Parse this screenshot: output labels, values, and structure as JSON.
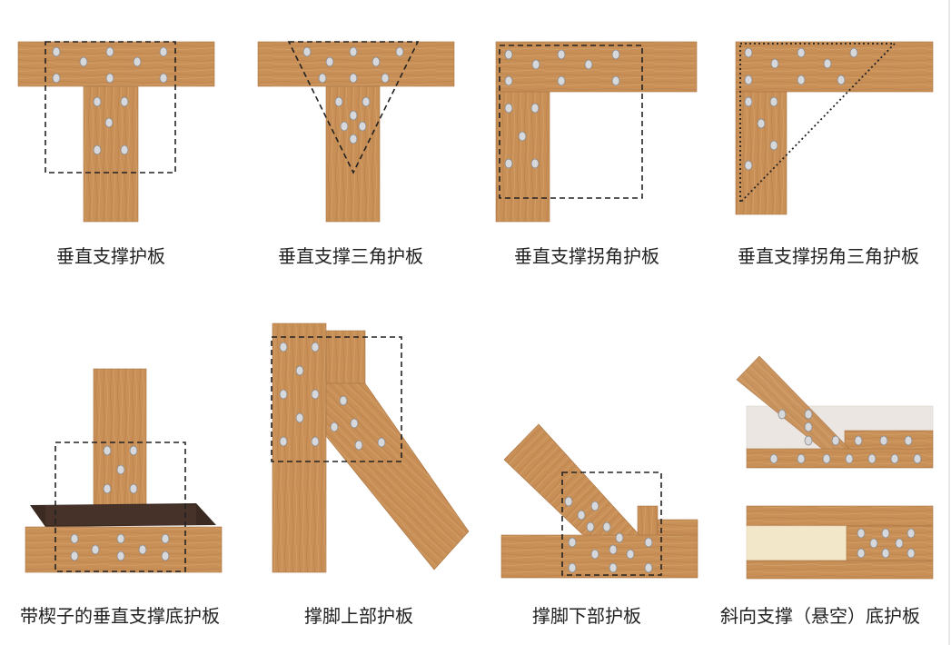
{
  "captions": [
    "垂直支撑护板",
    "垂直支撑三角护板",
    "垂直支撑拐角护板",
    "垂直支撑拐角三角护板",
    "带楔子的垂直支撑底护板",
    "撑脚上部护板",
    "撑脚下部护板",
    "斜向支撑（悬空）底护板"
  ],
  "colors": {
    "wood": "#c9915a",
    "wood_dark_grain": "#a86e3a",
    "wedge": "#3a2a22",
    "hole": "#d6d8dc",
    "hole_stroke": "#8a8a8a",
    "outline": "#222222",
    "filler_light": "#ece6e2",
    "filler_cream": "#f2e7c8"
  }
}
